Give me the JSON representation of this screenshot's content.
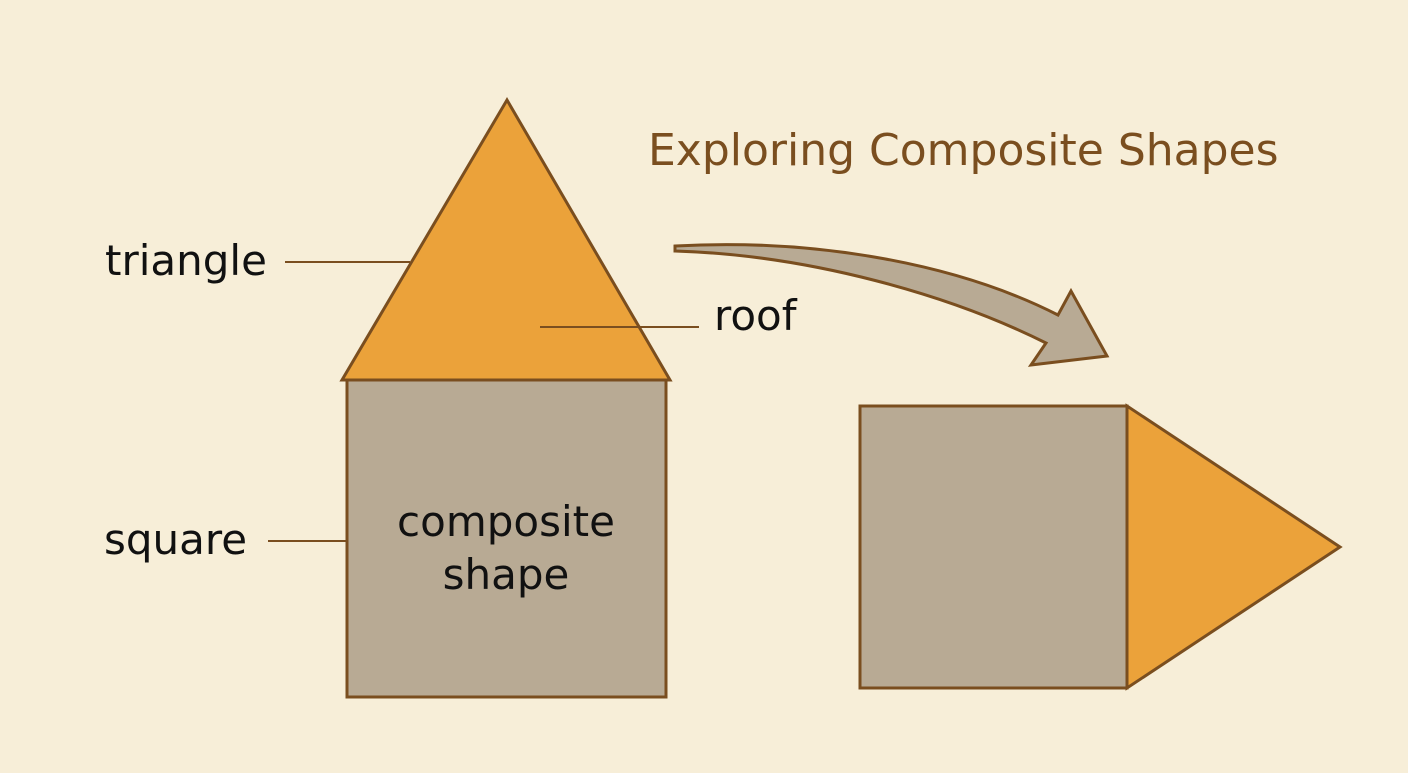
{
  "title": "Exploring Composite Shapes",
  "labels": {
    "triangle": "triangle",
    "roof": "roof",
    "square": "square",
    "center_line1": "composite",
    "center_line2": "shape"
  },
  "colors": {
    "background": "#f7eed8",
    "triangle_fill": "#eba23a",
    "square_fill": "#b8aa94",
    "outline": "#7a4e1f",
    "title": "#7a4e1f",
    "arrow_fill": "#b8aa94",
    "arrow_outline": "#7a4e1f",
    "text": "#111111"
  },
  "icons": {
    "transform_arrow": "curved-arrow-icon"
  }
}
